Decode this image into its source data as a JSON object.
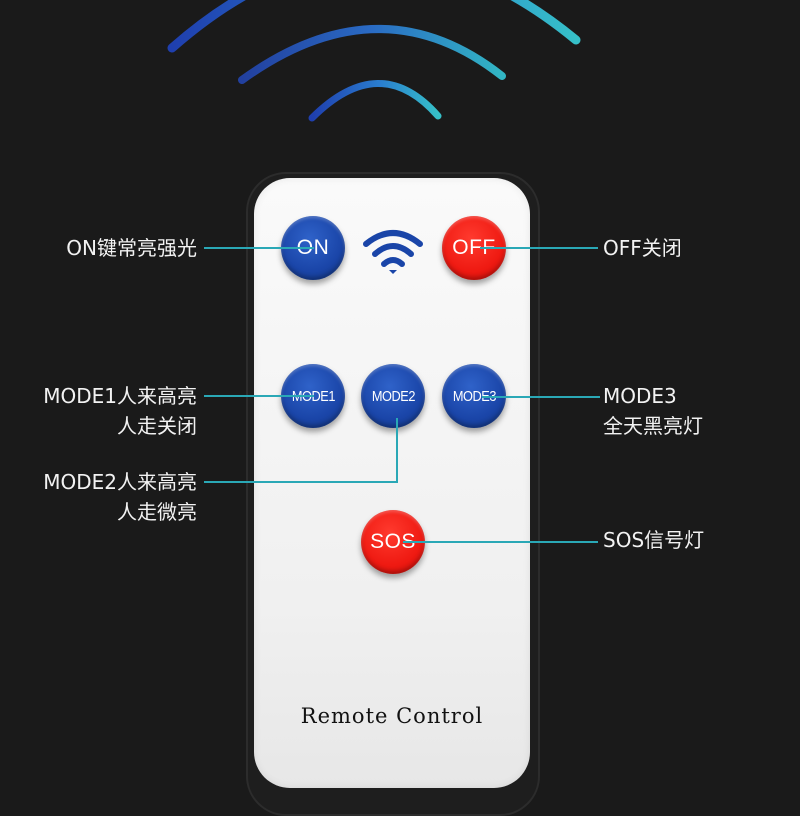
{
  "remote": {
    "brand_label": "Remote Control",
    "buttons": {
      "on": "ON",
      "off": "OFF",
      "mode1": "MODE1",
      "mode2": "MODE2",
      "mode3": "MODE3",
      "sos": "SOS"
    },
    "colors": {
      "blue": "#1a45a8",
      "red": "#ef1a12"
    },
    "signal_icon": "wifi-icon"
  },
  "callouts": {
    "on": [
      "ON键常亮强光"
    ],
    "off": [
      "OFF关闭"
    ],
    "mode1": [
      "MODE1人来高亮",
      "人走关闭"
    ],
    "mode2": [
      "MODE2人来高亮",
      "人走微亮"
    ],
    "mode3": [
      "MODE3",
      "全天黑亮灯"
    ],
    "sos": [
      "SOS信号灯"
    ]
  },
  "colors": {
    "background": "#1a1a1a",
    "leader_line": "#2aa8b6",
    "callout_text": "#f2f2f2"
  }
}
